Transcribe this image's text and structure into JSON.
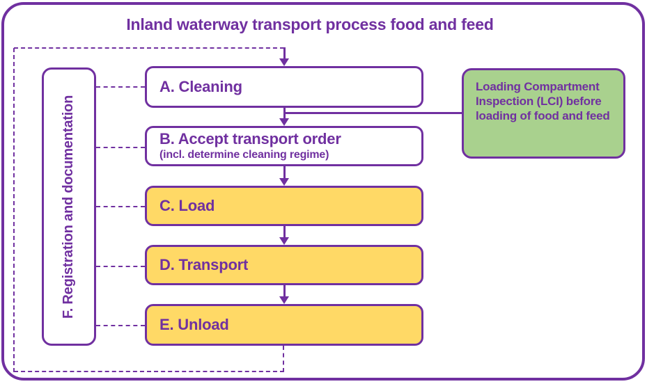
{
  "title": "Inland waterway transport process food and feed",
  "colors": {
    "purple": "#7030A0",
    "yellow_fill": "#FFD966",
    "green_fill": "#A9D18E",
    "background": "#FFFFFF"
  },
  "sidebar_box": {
    "label": "F. Registration and documentation"
  },
  "process_boxes": [
    {
      "id": "A",
      "label": "A. Cleaning",
      "fill": "white"
    },
    {
      "id": "B",
      "label": "B. Accept transport order",
      "sublabel": "(incl. determine cleaning regime)",
      "fill": "white"
    },
    {
      "id": "C",
      "label": "C. Load",
      "fill": "yellow"
    },
    {
      "id": "D",
      "label": "D. Transport",
      "fill": "yellow"
    },
    {
      "id": "E",
      "label": "E. Unload",
      "fill": "yellow"
    }
  ],
  "callout_box": {
    "label": "Loading Compartment Inspection (LCI) before loading of food and feed",
    "attached_between": "A and B"
  },
  "connections": {
    "solid_arrows": [
      "loop-into-A",
      "A-to-B",
      "B-to-C",
      "C-to-D",
      "D-to-E"
    ],
    "dashed_feedback_loop": "E bottom, down, left, up, right, arrow into A",
    "dashed_links_from_F": [
      "A",
      "B",
      "C",
      "D",
      "E"
    ],
    "solid_link": "callout to A-B arrow"
  }
}
